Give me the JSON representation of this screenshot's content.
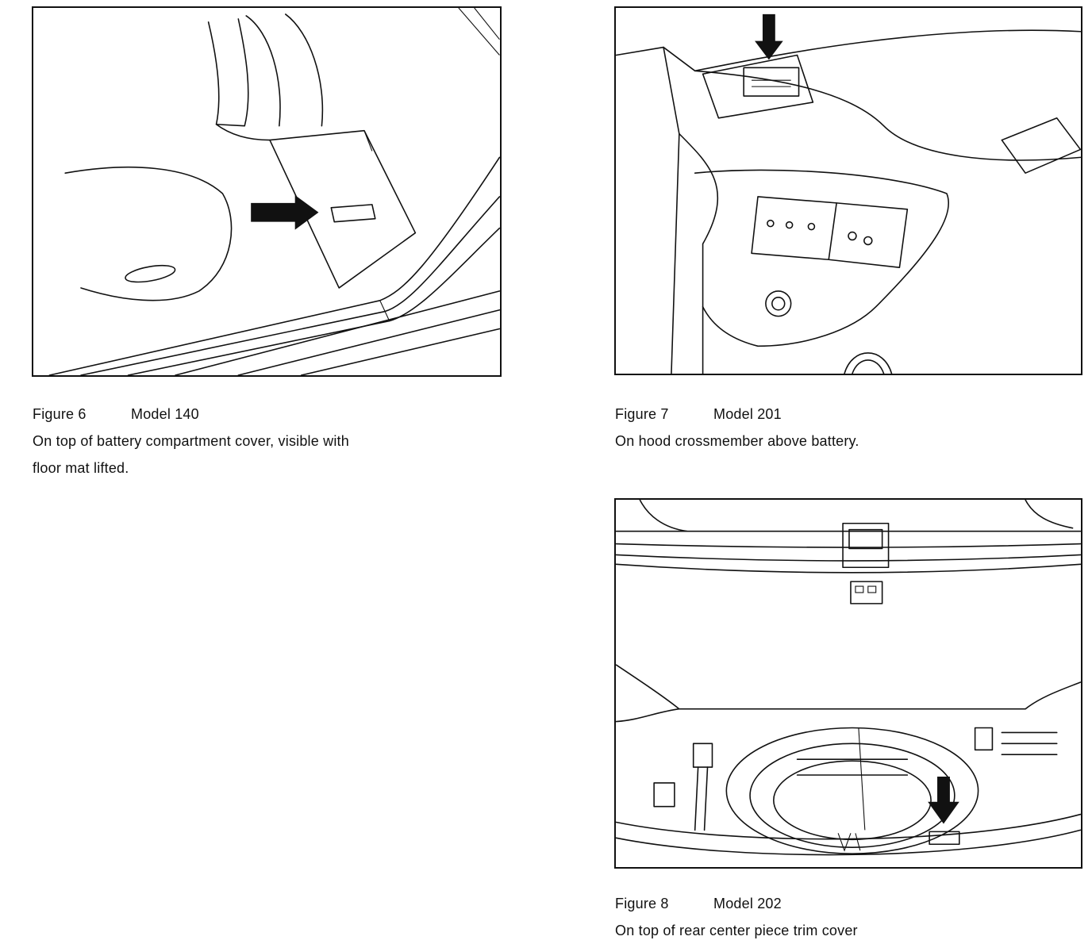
{
  "figures": [
    {
      "number": "Figure 6",
      "model": "Model 140",
      "description_lines": [
        "On top of battery compartment cover, visible with",
        "floor mat lifted."
      ]
    },
    {
      "number": "Figure 7",
      "model": "Model 201",
      "description_lines": [
        "On hood crossmember above battery."
      ]
    },
    {
      "number": "Figure 8",
      "model": "Model 202",
      "description_lines": [
        "On top of rear center piece trim cover"
      ]
    }
  ],
  "icons": {
    "figure6_arrow": "arrow-right-icon",
    "figure7_arrow": "arrow-down-icon",
    "figure8_arrow": "arrow-down-icon"
  },
  "colors": {
    "ink": "#111111",
    "paper": "#ffffff"
  }
}
